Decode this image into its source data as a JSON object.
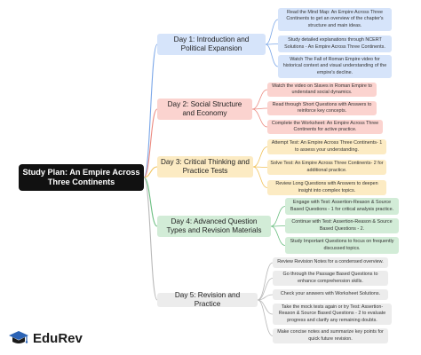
{
  "root": {
    "title": "Study Plan: An Empire Across Three Continents"
  },
  "days": [
    {
      "label": "Day 1: Introduction and Political Expansion",
      "tasks": [
        "Read the Mind Map: An Empire Across Three Continents to get an overview of the chapter's structure and main ideas.",
        "Study detailed explanations through NCERT Solutions - An Empire Across Three Continents.",
        "Watch The Fall of Roman Empire video for historical context and visual understanding of the empire's decline."
      ]
    },
    {
      "label": "Day 2: Social Structure and Economy",
      "tasks": [
        "Watch the video on Slaves in Roman Empire to understand social dynamics.",
        "Read through Short Questions with Answers to reinforce key concepts.",
        "Complete the Worksheet: An Empire Across Three Continents for active practice."
      ]
    },
    {
      "label": "Day 3: Critical Thinking and Practice Tests",
      "tasks": [
        "Attempt Test: An Empire Across Three Continents- 1 to assess your understanding.",
        "Solve Test: An Empire Across Three Continents- 2 for additional practice.",
        "Review Long Questions with Answers to deepen insight into complex topics."
      ]
    },
    {
      "label": "Day 4: Advanced Question Types and Revision Materials",
      "tasks": [
        "Engage with Test: Assertion-Reason & Source Based Questions - 1 for critical analysis practice.",
        "Continue with Test: Assertion-Reason & Source Based Questions - 2.",
        "Study Important Questions to focus on frequently discussed topics."
      ]
    },
    {
      "label": "Day 5: Revision and Practice",
      "tasks": [
        "Review Revision Notes for a condensed overview.",
        "Go through the Passage Based Questions to enhance comprehension skills.",
        "Check your answers with Worksheet Solutions.",
        "Take the mock tests again or try Test: Assertion-Reason & Source Based Questions - 2 to evaluate progress and clarify any remaining doubts.",
        "Make concise notes and summarize key points for quick future revision."
      ]
    }
  ],
  "colors": {
    "day1": "#d6e4fa",
    "day2": "#fbd3cf",
    "day3": "#fcebc3",
    "day4": "#d2ecd7",
    "day5": "#ececec",
    "line1": "#7aa6e8",
    "line2": "#ec8a80",
    "line3": "#f0c25a",
    "line4": "#6cbf82",
    "line5": "#b8b8b8",
    "root": "#111111",
    "logo": "#2b63b5"
  },
  "branding": {
    "logo_text": "EduRev",
    "logo_icon": "graduation-cap-icon"
  }
}
